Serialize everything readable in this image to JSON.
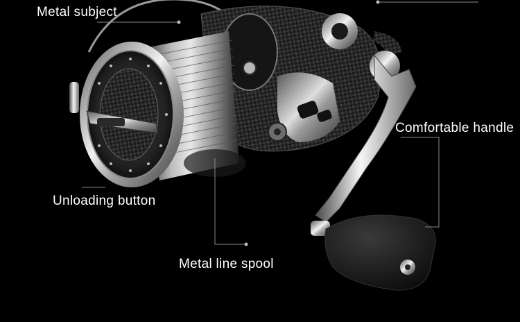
{
  "callouts": {
    "metal_subject": "Metal subject",
    "comfortable_handle": "Comfortable handle",
    "unloading_button": "Unloading button",
    "metal_line_spool": "Metal line spool"
  },
  "colors": {
    "background": "#000000",
    "label_text": "#ffffff",
    "leader_line": "#8a8a8a"
  },
  "icons": {
    "product": "spinning-reel-illustration"
  }
}
